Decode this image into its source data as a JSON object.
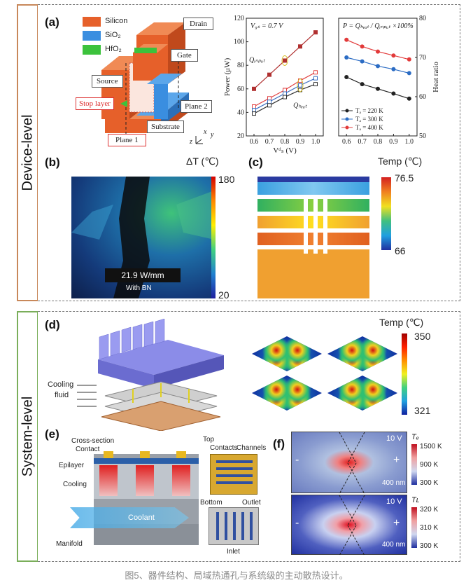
{
  "sections": {
    "device_label": "Device-level",
    "system_label": "System-level"
  },
  "panels": {
    "a": "(a)",
    "b": "(b)",
    "c": "(c)",
    "d": "(d)",
    "e": "(e)",
    "f": "(f)"
  },
  "panel_a": {
    "legend": [
      "Silicon",
      "SiO₂",
      "HfO₂"
    ],
    "legend_colors": [
      "#e6602a",
      "#3a8ee0",
      "#3cc23c"
    ],
    "labels": {
      "drain": "Drain",
      "gate": "Gate",
      "source": "Source",
      "stop_layer": "Stop layer",
      "plane2": "Plane 2",
      "plane1": "Plane 1",
      "substrate": "Substrate",
      "axis_x": "x",
      "axis_y": "y",
      "axis_z": "z"
    }
  },
  "panel_b": {
    "scale_title": "ΔT (℃)",
    "scale_max": "180",
    "scale_min": "20",
    "power_label": "21.9 W/mm",
    "note": "With BN"
  },
  "panel_c": {
    "scale_title": "Temp (℃)",
    "scale_max": "76.5",
    "scale_min": "66"
  },
  "panel_d": {
    "scale_title": "Temp (℃)",
    "scale_max": "350",
    "scale_min": "321",
    "cooling_label_1": "Cooling",
    "cooling_label_2": "fluid"
  },
  "panel_e": {
    "cross_section": "Cross-section",
    "contact": "Contact",
    "epilayer": "Epilayer",
    "cooling": "Cooling",
    "coolant": "Coolant",
    "manifold": "Manifold",
    "top": "Top",
    "contacts": "Contacts",
    "channels": "Channels",
    "bottom": "Bottom",
    "outlet": "Outlet",
    "inlet": "Inlet"
  },
  "panel_f": {
    "voltage_top": "10 V",
    "voltage_bottom": "10 V",
    "minus": "-",
    "plus": "+",
    "scale_bar": "400 nm",
    "top_title": "Tₑ",
    "top_max": "1500 K",
    "top_mid": "900 K",
    "top_min": "300 K",
    "bottom_title": "Tʟ",
    "bottom_max": "320 K",
    "bottom_mid": "310 K",
    "bottom_min": "300 K"
  },
  "caption": "图5、器件结构、局域热通孔与系统级的主动散热设计。",
  "chart_data": [
    {
      "type": "line",
      "title": "V₉ₛ = 0.7 V",
      "xlabel": "Vᵈₛ (V)",
      "ylabel": "Power (μW)",
      "x": [
        0.6,
        0.7,
        0.8,
        0.9,
        1.0
      ],
      "xlim": [
        0.55,
        1.05
      ],
      "ylim": [
        20,
        120
      ],
      "yticks": [
        20,
        40,
        60,
        80,
        100,
        120
      ],
      "annotations": [
        "Qᵢₙₚᵤₜ",
        "Qₕₑₐₜ"
      ],
      "series": [
        {
          "values": [
            60,
            72,
            84,
            96,
            108
          ],
          "color": "#b03030",
          "marker": "square-filled"
        },
        {
          "values": [
            45,
            52,
            59,
            67,
            74
          ],
          "color": "#e04040",
          "marker": "square-open"
        },
        {
          "values": [
            42,
            49,
            56,
            63,
            69
          ],
          "color": "#3a6ec0",
          "marker": "square-open"
        },
        {
          "values": [
            39,
            46,
            53,
            59,
            64
          ],
          "color": "#333333",
          "marker": "square-open"
        }
      ]
    },
    {
      "type": "line",
      "title": "P = Qₕₑₐₜ / Qᵢₙₚᵤₜ ×100%",
      "xlabel": "",
      "ylabel": "Heat ratio",
      "x": [
        0.6,
        0.7,
        0.8,
        0.9,
        1.0
      ],
      "xlim": [
        0.55,
        1.05
      ],
      "ylim": [
        50,
        80
      ],
      "yticks": [
        50,
        60,
        70,
        80
      ],
      "series": [
        {
          "name": "Tₐ = 220 K",
          "values": [
            65,
            63.2,
            62,
            60.8,
            59.5
          ],
          "color": "#222222"
        },
        {
          "name": "Tₐ = 300 K",
          "values": [
            70,
            69,
            67.8,
            67,
            66
          ],
          "color": "#2b6cc4"
        },
        {
          "name": "Tₐ = 400 K",
          "values": [
            74.5,
            72.8,
            71.5,
            70.5,
            69.5
          ],
          "color": "#e23a3a"
        }
      ]
    }
  ]
}
